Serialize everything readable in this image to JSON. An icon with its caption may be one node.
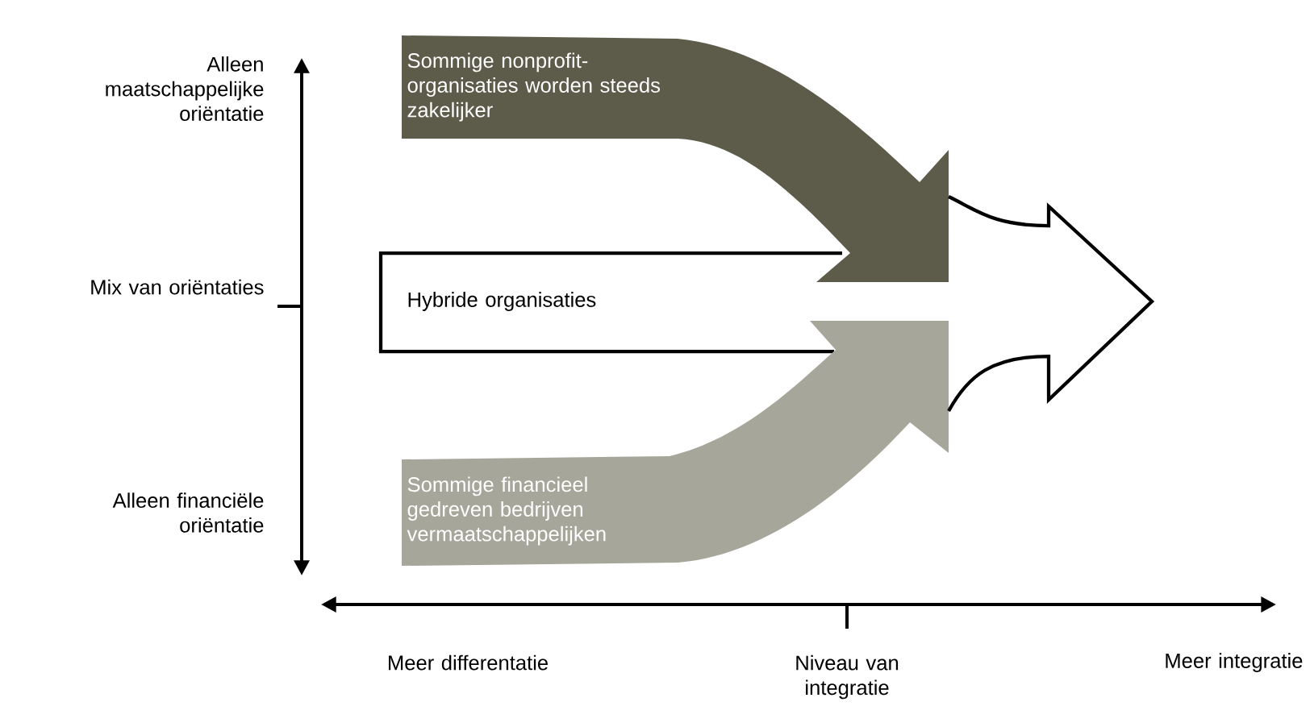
{
  "diagram": {
    "nodes": [
      {
        "text": [
          "Sommige nonprofit-organisaties worden steeds zakelijker"
        ]
      },
      {
        "text": [
          "Hybride organisaties"
        ]
      },
      {
        "text": [
          "Sommige financieel gedreven bedrijven vermaatschappelijken"
        ]
      },
      {
        "text": [],
        "shape": "arrow"
      }
    ],
    "labels": [
      "Alleen maatschappelijke oriëntatie",
      "Mix van oriëntaties",
      "Alleen financiële oriëntatie",
      "Meer differentatie",
      "Niveau van integratie",
      "Meer integratie"
    ]
  }
}
